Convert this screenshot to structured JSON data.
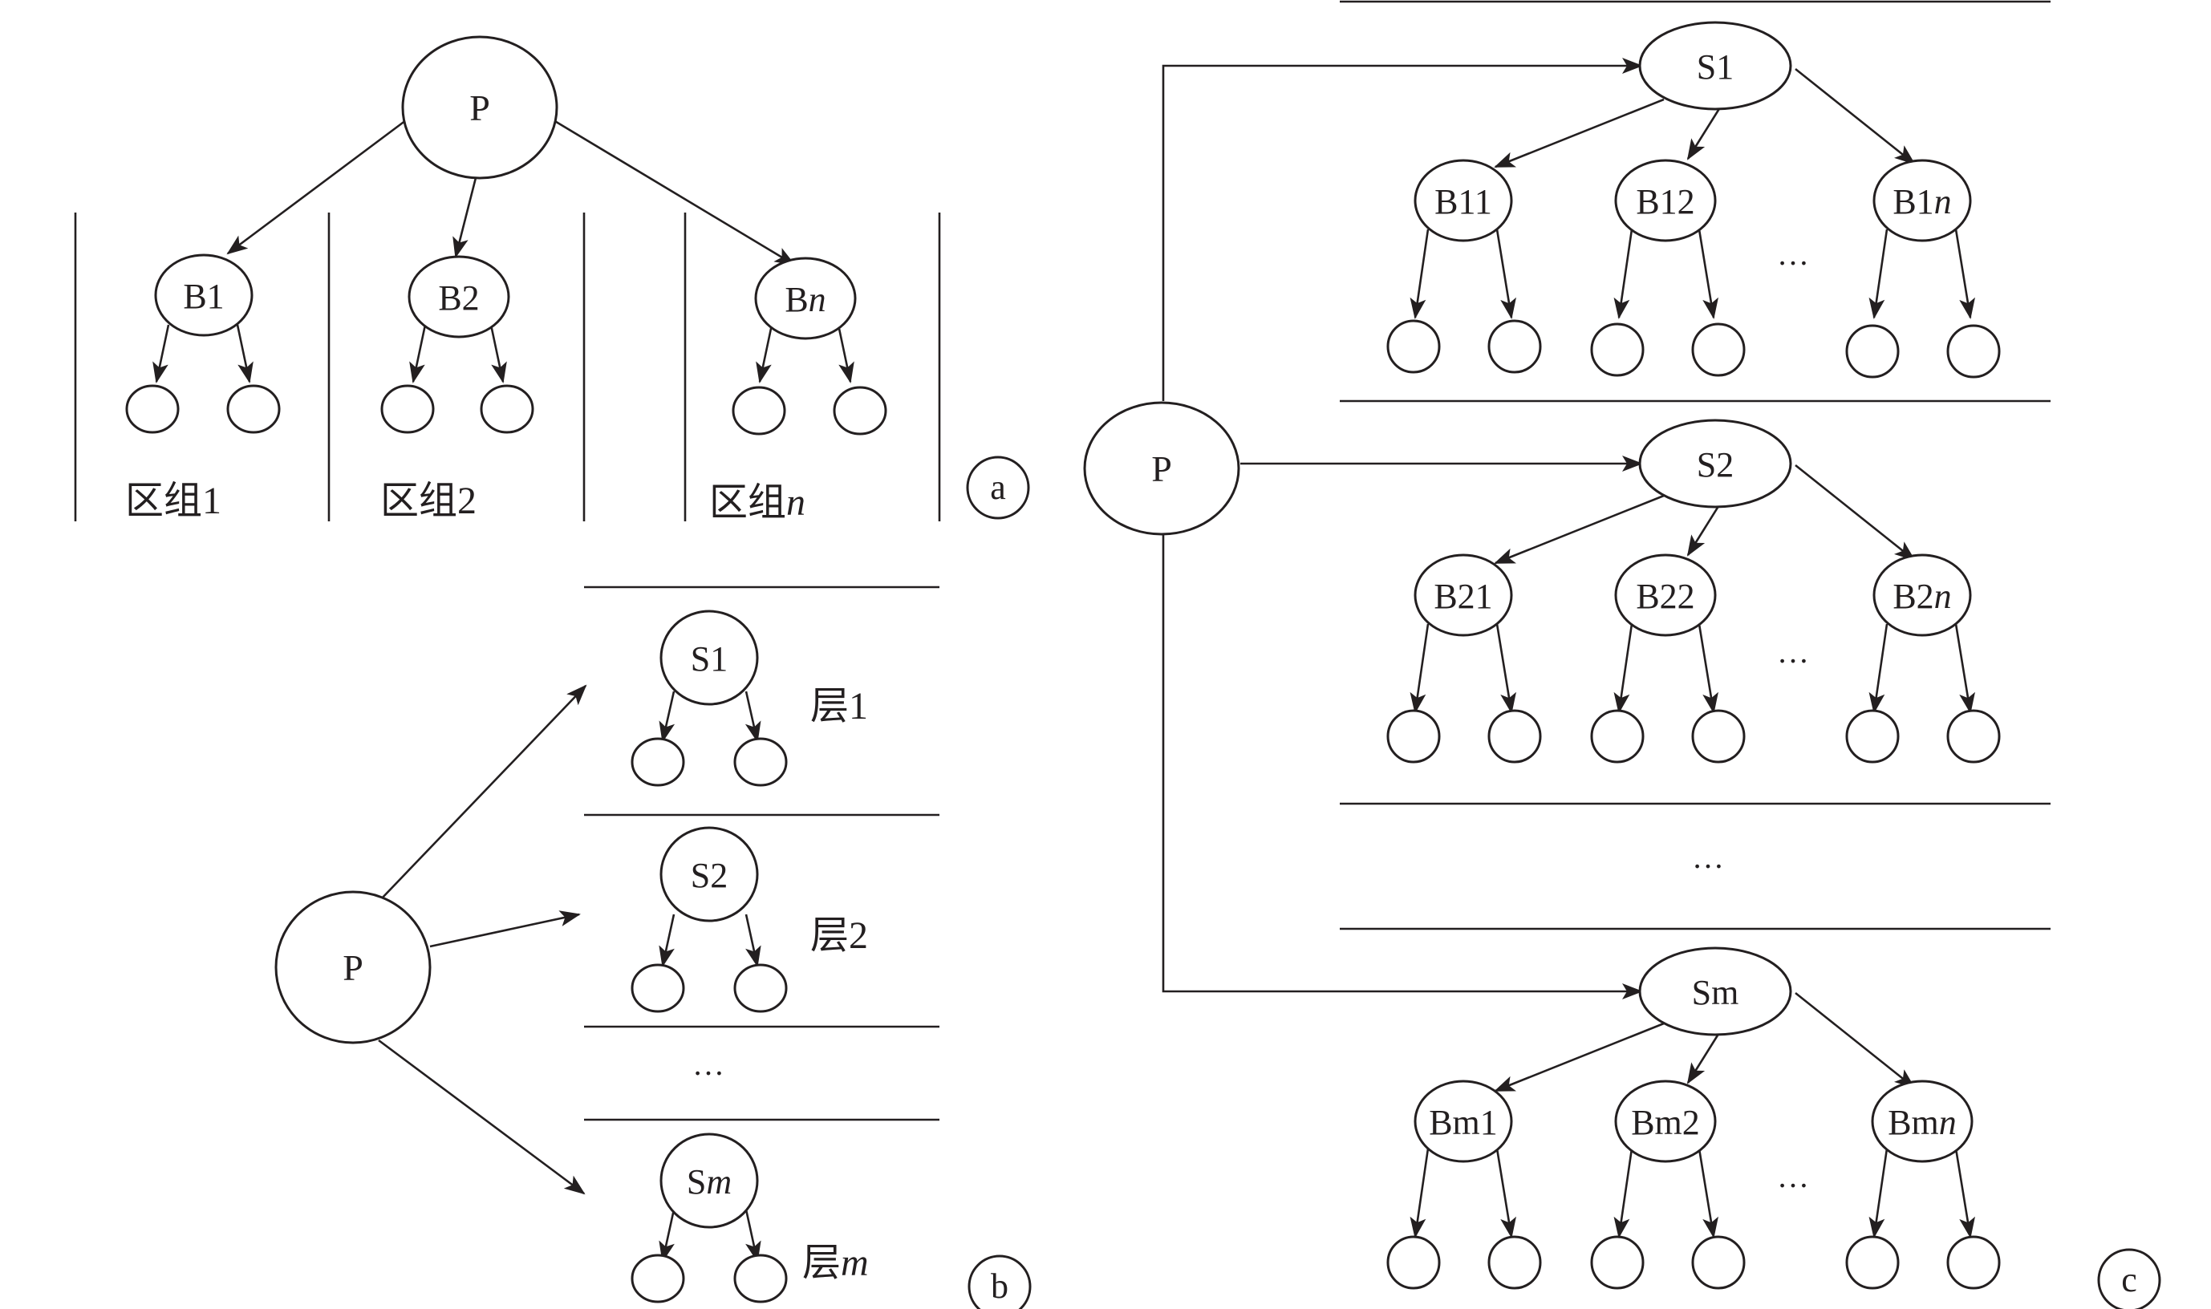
{
  "panel_a": {
    "root": "P",
    "blocks": [
      {
        "node": "B1",
        "label": "区组1"
      },
      {
        "node": "B2",
        "label": "区组2"
      },
      {
        "node_prefix": "B",
        "node_italic": "n",
        "label_prefix": "区组",
        "label_italic": "n"
      }
    ],
    "marker": "a"
  },
  "panel_b": {
    "root": "P",
    "layers": [
      {
        "node": "S1",
        "label": "层1"
      },
      {
        "node": "S2",
        "label": "层2"
      },
      {
        "node_prefix": "S",
        "node_italic": "m",
        "label_prefix": "层",
        "label_italic": "m"
      }
    ],
    "ellipsis": "…",
    "marker": "b"
  },
  "panel_c": {
    "root": "P",
    "strata": [
      {
        "node": "S1",
        "blocks": [
          "B11",
          "B12",
          {
            "prefix": "B1",
            "italic": "n"
          }
        ],
        "ellipsis": "…"
      },
      {
        "node": "S2",
        "blocks": [
          "B21",
          "B22",
          {
            "prefix": "B2",
            "italic": "n"
          }
        ],
        "ellipsis": "…"
      },
      {
        "node": "Sm",
        "blocks": [
          "Bm1",
          "Bm2",
          {
            "prefix": "Bm",
            "italic": "n"
          }
        ],
        "ellipsis": "…"
      }
    ],
    "ellipsis_between": "…",
    "marker": "c"
  }
}
